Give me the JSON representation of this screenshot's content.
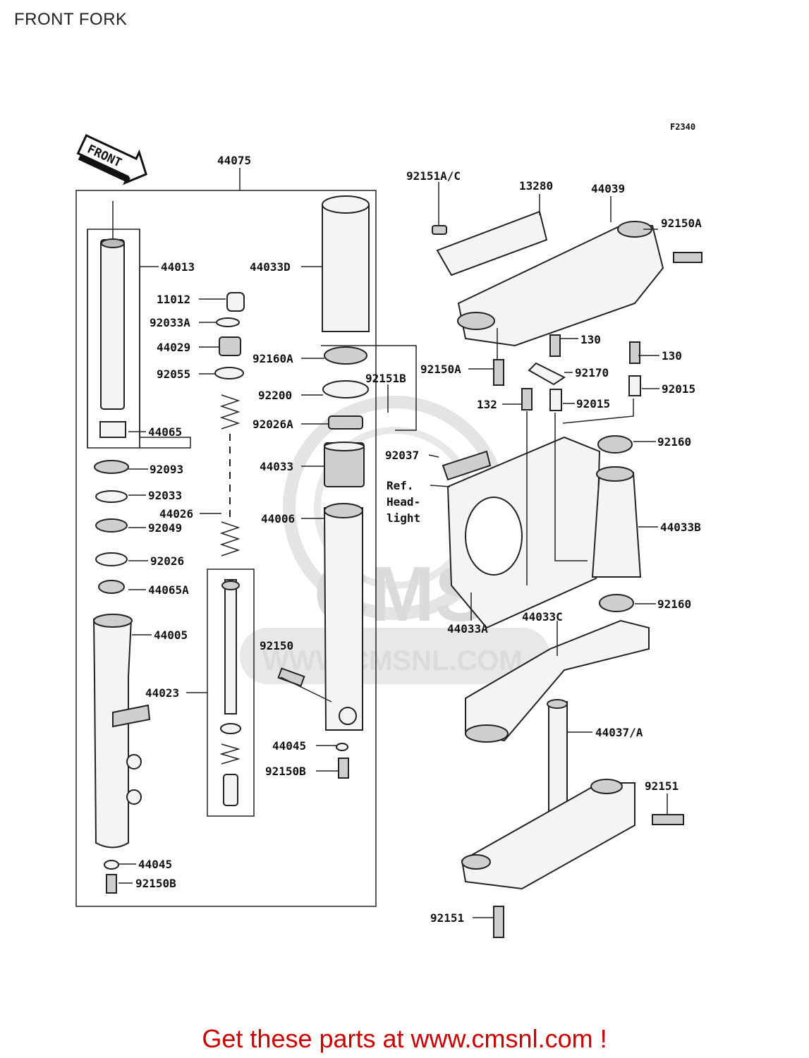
{
  "header": {
    "title": "FRONT FORK"
  },
  "figure_code": "F2340",
  "front_arrow": "FRONT",
  "watermark": {
    "brand": "CMS",
    "url": "WWW.CMSNL.COM"
  },
  "callouts": [
    "44075",
    "44013",
    "44033D",
    "11012",
    "92033A",
    "44029",
    "92160A",
    "92055",
    "92200",
    "92151B",
    "92026A",
    "44065",
    "92093",
    "44033",
    "92037",
    "Ref.",
    "Head-",
    "light",
    "92033",
    "44026",
    "92049",
    "44006",
    "92026",
    "44065A",
    "44005",
    "92150",
    "44023",
    "44045",
    "92150B",
    "44045",
    "92150B",
    "92151A/C",
    "13280",
    "44039",
    "92150A",
    "92150A",
    "130",
    "130",
    "92170",
    "132",
    "92015",
    "92015",
    "92160",
    "44033B",
    "44033A",
    "44033C",
    "92160",
    "44037/A",
    "92151",
    "92151"
  ],
  "footer": {
    "text": "Get these parts at www.cmsnl.com !"
  }
}
